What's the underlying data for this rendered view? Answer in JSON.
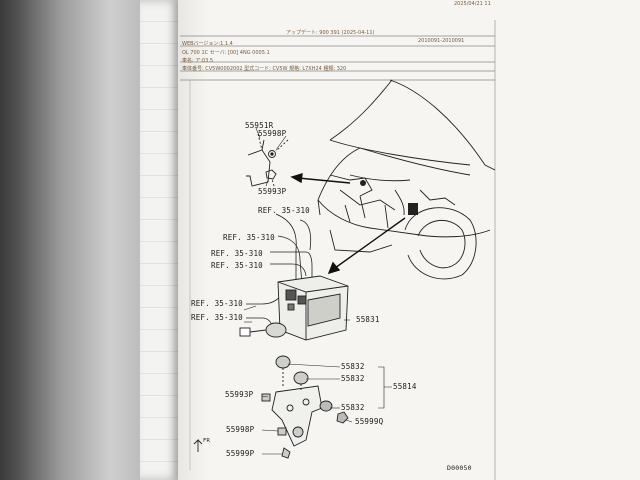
{
  "header": {
    "date_top": "2025/04/21 11",
    "version_line": "WEBバージョン:1.1.4",
    "update_line": "アップデート: 900 391 (2025-04-11)",
    "date_range": "2010091-2010091",
    "meta_line1": "OL 700 1C セーバ: [00] 4NG 0005.1",
    "meta_line2": "車名: ア:03.5",
    "meta_line3": "車体番号: CV5W0002002 型式コード: CV5W 規格: L7XH24 種類: 320"
  },
  "labels": {
    "p55951R": "55951R",
    "p55998P_top": "55998P",
    "p55993P_top": "55993P",
    "ref1": "REF. 35-310",
    "ref2": "REF. 35-310",
    "ref3": "REF. 35-310",
    "ref4": "REF. 35-310",
    "ref5": "REF. 35-310",
    "ref6": "REF. 35-310",
    "p55831": "55831",
    "p55832_a": "55832",
    "p55832_b": "55832",
    "p55832_c": "55832",
    "p55814": "55814",
    "p55993P_low": "55993P",
    "p55999Q": "55999Q",
    "p55998P_low": "55998P",
    "p55999P": "55999P",
    "fr_mark": "FR",
    "diagram_id": "D00050"
  },
  "colors": {
    "paper": "#f6f5f1",
    "ink": "#1b1b1b",
    "header_ink": "#7a5a3a"
  }
}
